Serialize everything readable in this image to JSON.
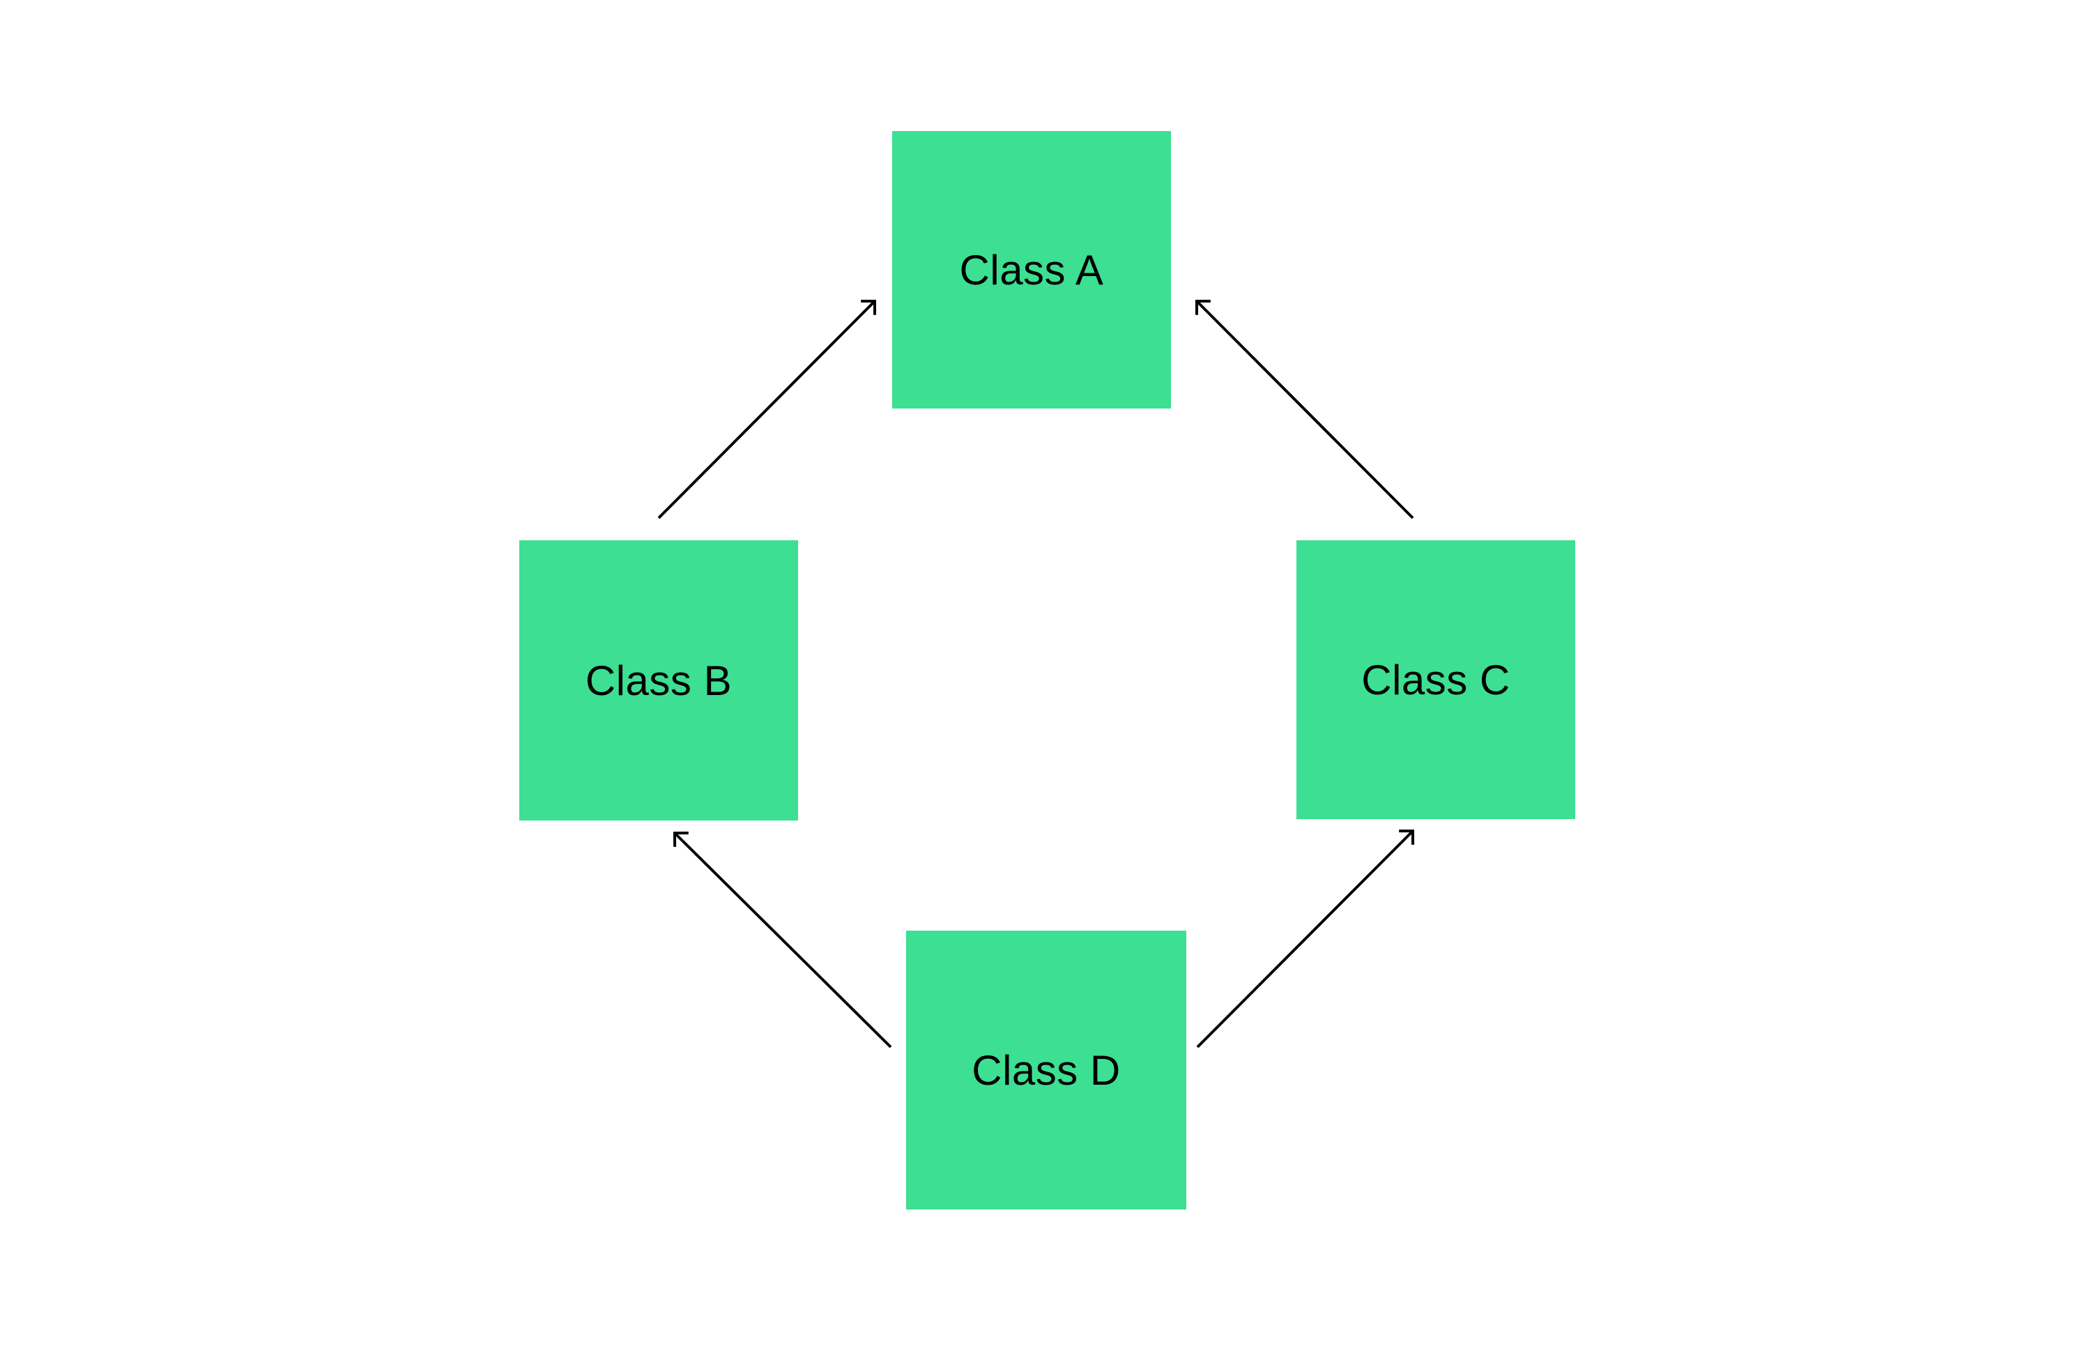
{
  "diagram": {
    "type": "class-inheritance-diamond",
    "background_color": "#ffffff",
    "node_fill_color": "#3DDF92",
    "node_text_color": "#000000",
    "edge_color": "#000000",
    "nodes": [
      {
        "id": "A",
        "label": "Class A",
        "position": "top"
      },
      {
        "id": "B",
        "label": "Class B",
        "position": "left"
      },
      {
        "id": "C",
        "label": "Class C",
        "position": "right"
      },
      {
        "id": "D",
        "label": "Class D",
        "position": "bottom"
      }
    ],
    "edges": [
      {
        "from": "Class B",
        "to": "Class A",
        "style": "open-arrowhead"
      },
      {
        "from": "Class C",
        "to": "Class A",
        "style": "open-arrowhead"
      },
      {
        "from": "Class D",
        "to": "Class B",
        "style": "open-arrowhead"
      },
      {
        "from": "Class D",
        "to": "Class C",
        "style": "open-arrowhead"
      }
    ]
  }
}
